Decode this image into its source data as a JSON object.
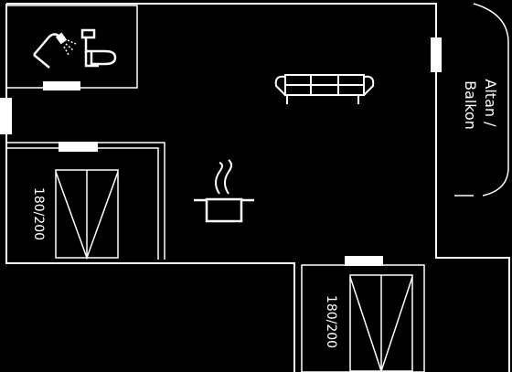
{
  "floorplan": {
    "balcony_label": {
      "line1": "Altan /",
      "line2": "Balkon"
    },
    "beds": [
      {
        "size_label": "180/200"
      },
      {
        "size_label": "180/200"
      }
    ],
    "rooms": [
      "bathroom",
      "living-room",
      "kitchen",
      "bedroom-1",
      "bedroom-2",
      "balcony"
    ],
    "icons": [
      "shower-icon",
      "toilet-icon",
      "sofa-icon",
      "cooking-pot-icon",
      "bed-icon"
    ],
    "colors": {
      "background": "#000000",
      "lines": "#ffffff"
    }
  }
}
